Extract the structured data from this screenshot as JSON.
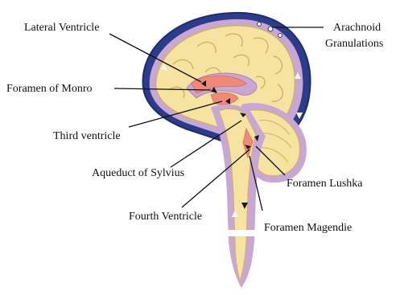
{
  "diagram": {
    "labels": {
      "lateral_ventricle": "Lateral Ventricle",
      "foramen_of_monro": "Foramen of Monro",
      "third_ventricle": "Third ventricle",
      "aqueduct_of_sylvius": "Aqueduct of Sylvius",
      "fourth_ventricle": "Fourth Ventricle",
      "arachnoid_granulations_line1": "Arachnoid",
      "arachnoid_granulations_line2": "Granulations",
      "foramen_lushka": "Foramen Lushka",
      "foramen_magendie": "Foramen Magendie"
    },
    "colors": {
      "brain_tissue": "#f7e3a0",
      "gyri_outline": "#d2b260",
      "csf_space": "#c8a6d6",
      "dura_outline": "#2a3c8a",
      "ventricle_fill": "#f08a78",
      "flow_arrow": "#1a1a1a"
    }
  }
}
